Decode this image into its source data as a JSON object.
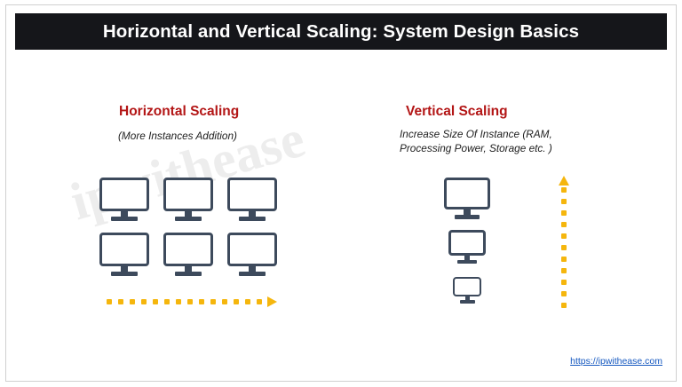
{
  "page": {
    "title": "Horizontal and Vertical Scaling: System Design Basics",
    "watermark": "ipwithease",
    "footer_link": "https://ipwithease.com",
    "colors": {
      "title_bar_bg": "#15161a",
      "title_text": "#ffffff",
      "heading_red": "#b31515",
      "monitor_outline": "#3d4a5c",
      "arrow_yellow": "#f5b60d",
      "link_blue": "#1558c0",
      "watermark_gray": "#ededed",
      "page_bg": "#ffffff"
    }
  },
  "horizontal": {
    "heading": "Horizontal Scaling",
    "subtitle": "(More Instances Addition)",
    "monitor_count": 6,
    "arrow_direction": "right"
  },
  "vertical": {
    "heading": "Vertical Scaling",
    "subtitle_line1": "Increase Size Of Instance (RAM,",
    "subtitle_line2": "Processing Power, Storage etc. )",
    "monitor_count": 3,
    "arrow_direction": "up"
  }
}
